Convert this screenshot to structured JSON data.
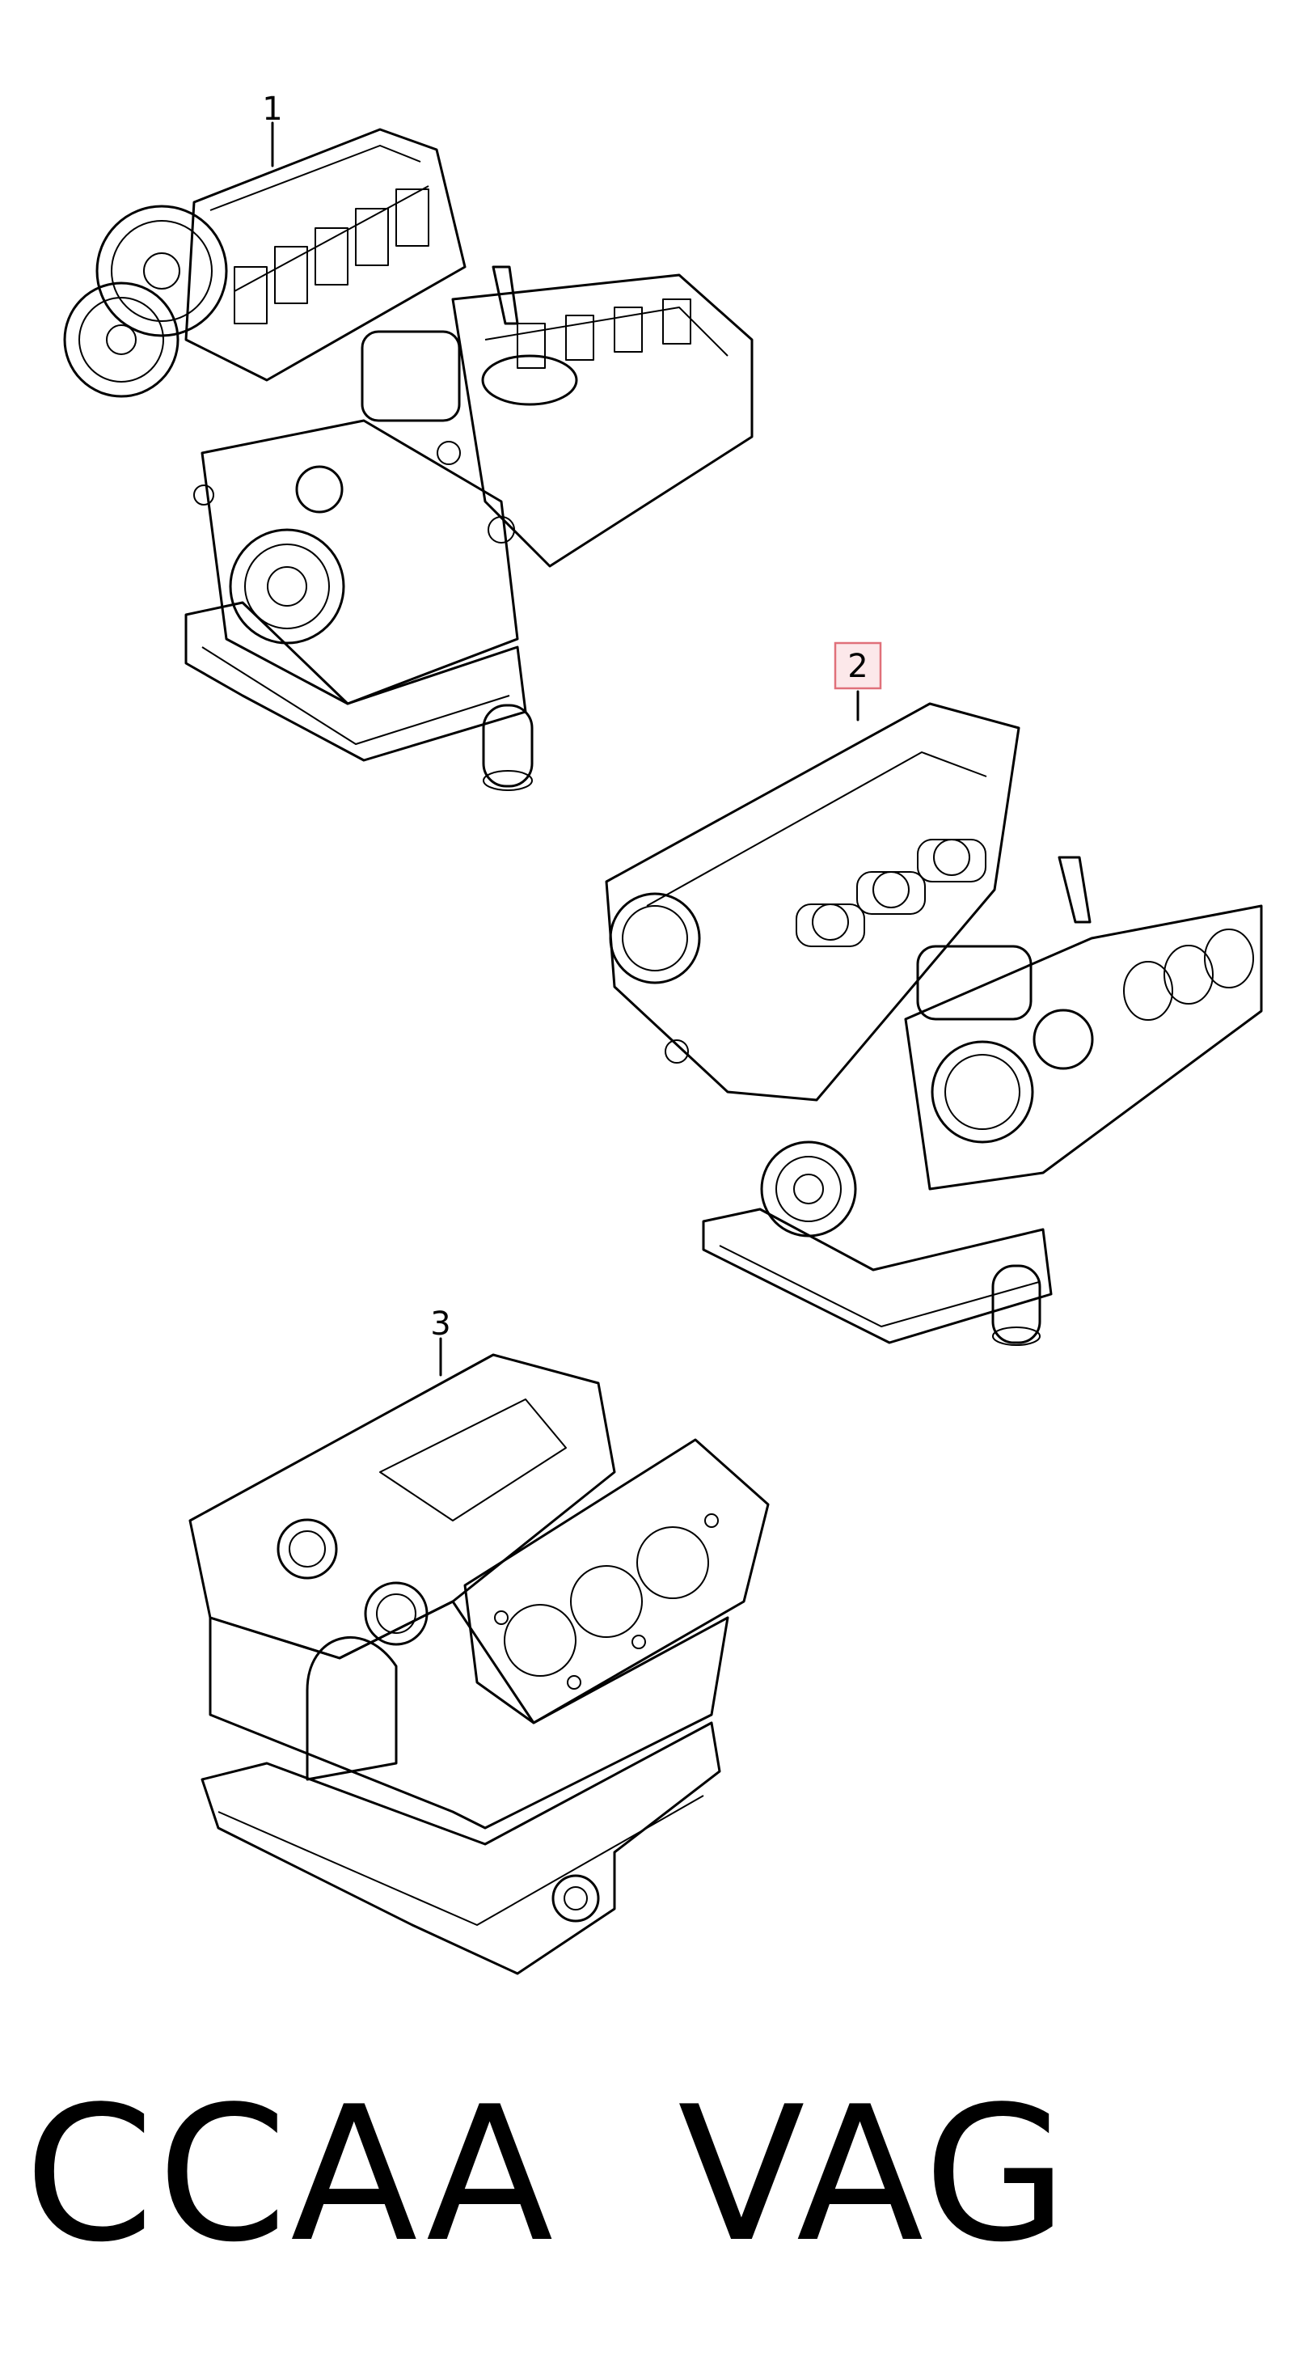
{
  "callouts": {
    "part_1": "1",
    "part_2": "2",
    "part_3": "3"
  },
  "highlight_color": "#e0707a",
  "highlight_fill": "#fce8ea",
  "footer": {
    "engine_code": "CCAA",
    "brand": "VAG"
  }
}
